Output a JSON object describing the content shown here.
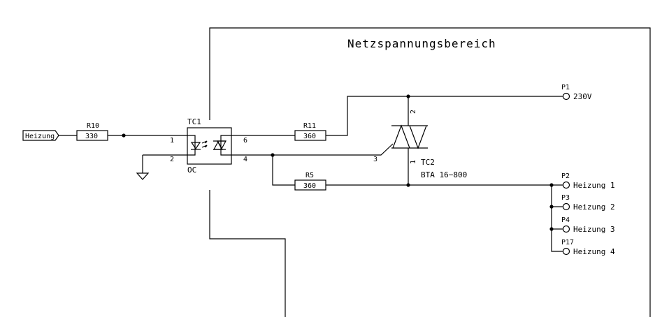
{
  "region": {
    "title": "Netzspannungsbereich"
  },
  "input": {
    "label": "Heizung"
  },
  "resistors": [
    {
      "ref": "R10",
      "value": "330"
    },
    {
      "ref": "R11",
      "value": "360"
    },
    {
      "ref": "R5",
      "value": "360"
    }
  ],
  "optocoupler": {
    "ref": "TC1",
    "type": "OC",
    "pins": [
      "1",
      "2",
      "6",
      "4"
    ]
  },
  "triac": {
    "ref": "TC2",
    "part": "BTA 16−800",
    "pins": [
      "2",
      "1",
      "3"
    ]
  },
  "ports": [
    {
      "ref": "P1",
      "label": "230V"
    },
    {
      "ref": "P2",
      "label": "Heizung 1"
    },
    {
      "ref": "P3",
      "label": "Heizung 2"
    },
    {
      "ref": "P4",
      "label": "Heizung 3"
    },
    {
      "ref": "P17",
      "label": "Heizung 4"
    }
  ]
}
